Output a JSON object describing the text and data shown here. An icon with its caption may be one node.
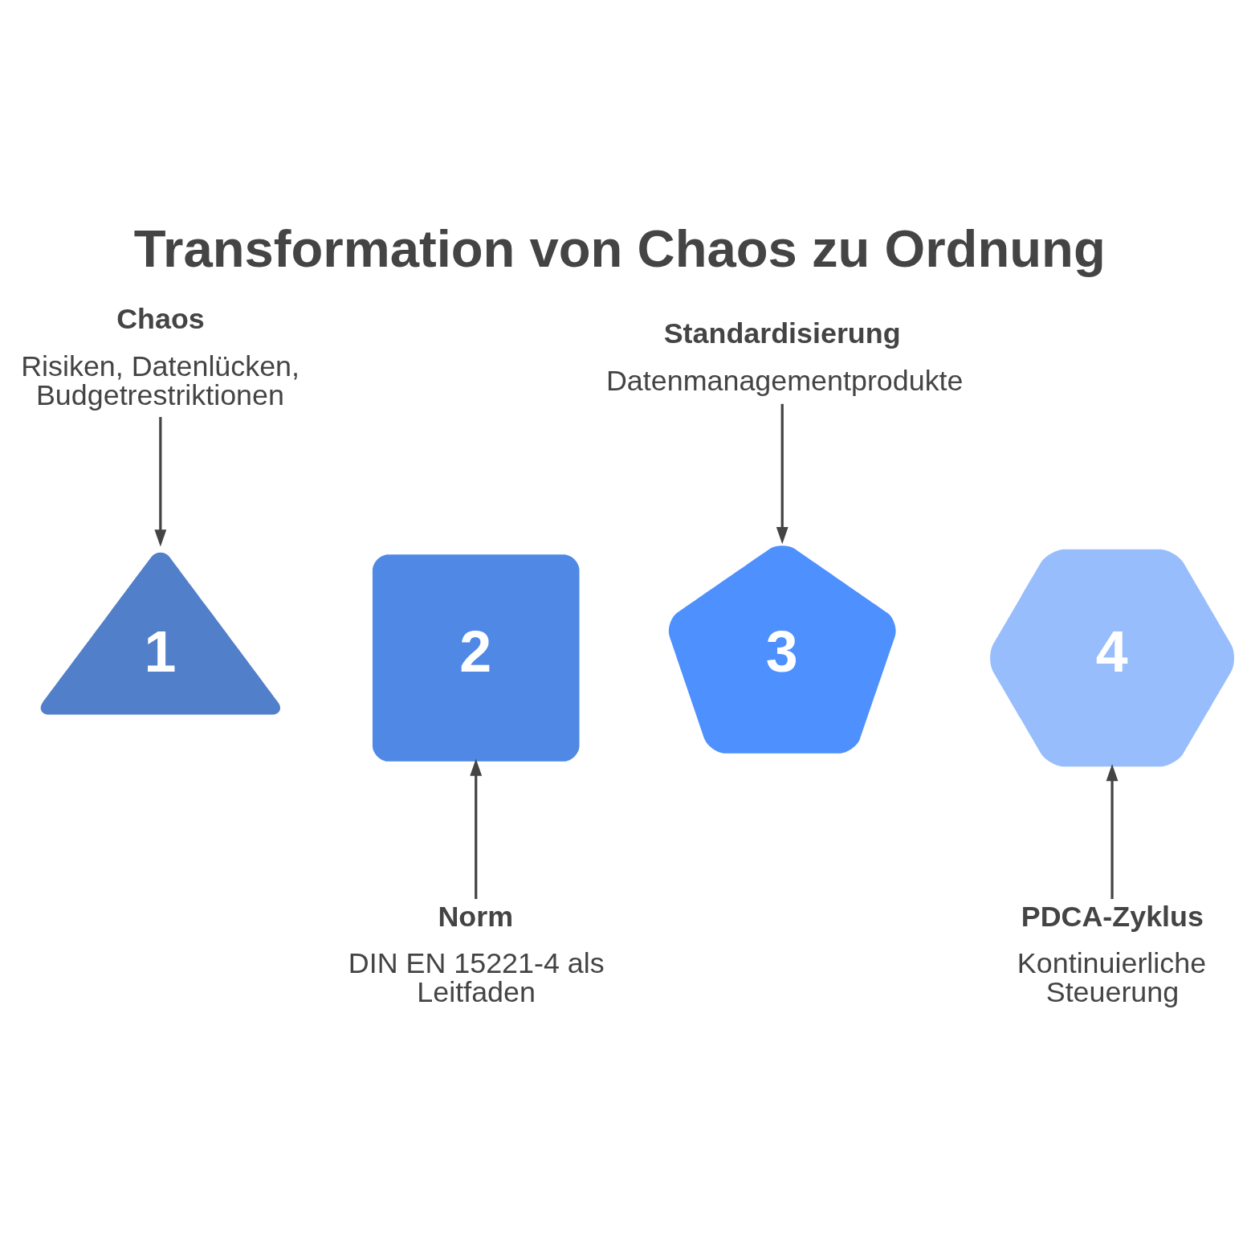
{
  "diagram": {
    "title": "Transformation von Chaos zu Ordnung",
    "nodes": [
      {
        "text": [
          "Chaos",
          "Risiken, Datenlücken, Budgetrestriktionen"
        ]
      },
      {
        "text": [
          "Standardisierung",
          "Datenmanagementprodukte"
        ]
      },
      {
        "text": [
          "1"
        ]
      },
      {
        "text": [
          "2"
        ]
      },
      {
        "text": [
          "3"
        ]
      },
      {
        "text": [
          "4"
        ]
      },
      {
        "text": [
          "Norm",
          "DIN EN 15221-4 als Leitfaden"
        ]
      },
      {
        "text": [
          "PDCA-Zyklus",
          "Kontinuierliche Steuerung"
        ]
      }
    ],
    "edges": [
      {
        "from": 0,
        "to": 2,
        "arrow": "to"
      },
      {
        "from": 1,
        "to": 4,
        "arrow": "to"
      },
      {
        "from": 6,
        "to": 3,
        "arrow": "to"
      },
      {
        "from": 7,
        "to": 5,
        "arrow": "to"
      }
    ]
  }
}
